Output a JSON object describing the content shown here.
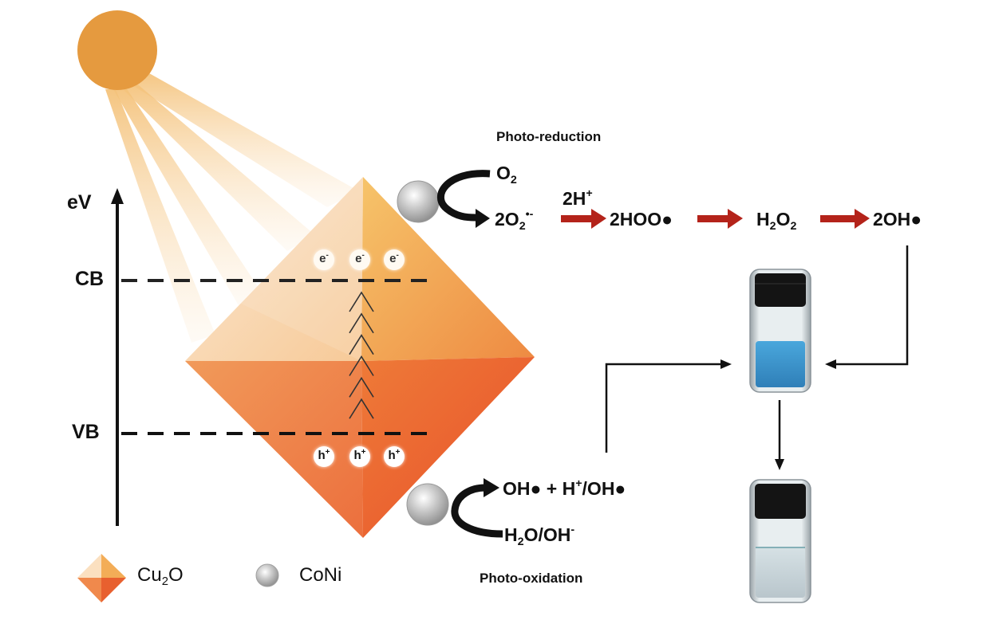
{
  "diagram": {
    "type": "photocatalysis-mechanism",
    "energy_axis": {
      "label": "eV",
      "levels": [
        {
          "id": "cb",
          "label": "CB"
        },
        {
          "id": "vb",
          "label": "VB"
        }
      ]
    },
    "carriers": {
      "electrons": {
        "symbol": "e",
        "charge": "-",
        "count": 3
      },
      "holes": {
        "symbol": "h",
        "charge": "+",
        "count": 3
      },
      "transition_chevrons": 6
    },
    "reduction": {
      "title": "Photo-reduction",
      "reactant": {
        "base": "O",
        "sub": "2"
      },
      "superoxide": {
        "coef": "2O",
        "sub": "2",
        "sup": "•-"
      },
      "proton": {
        "text": "2H",
        "sup": "+"
      },
      "chain": [
        {
          "text": "2HOO●"
        },
        {
          "text": "H",
          "sub": "2",
          "text2": "O",
          "sub2": "2"
        },
        {
          "text": "2OH●"
        }
      ]
    },
    "oxidation": {
      "title": "Photo-oxidation",
      "product": {
        "a": "OH● + H",
        "sup": "+",
        "b": "/OH●"
      },
      "reactant": {
        "a": "H",
        "sub": "2",
        "b": "O/OH",
        "sup": "-"
      }
    },
    "vials": [
      {
        "id": "before",
        "liquid_color": "#3a8fc8",
        "description": "blue dye solution"
      },
      {
        "id": "after",
        "liquid_color": "#c9d6dc",
        "description": "decolorized solution"
      }
    ],
    "legend": [
      {
        "id": "cu2o",
        "base": "Cu",
        "sub": "2",
        "after": "O",
        "icon": "octahedron-icon"
      },
      {
        "id": "coni",
        "text": "CoNi",
        "icon": "sphere-icon"
      }
    ],
    "colors": {
      "sun": "#e59a3f",
      "octahedron_top": "#f5b766",
      "octahedron_bottom": "#ec6230",
      "flow_arrow_red": "#b4231a",
      "ink": "#111111"
    }
  }
}
